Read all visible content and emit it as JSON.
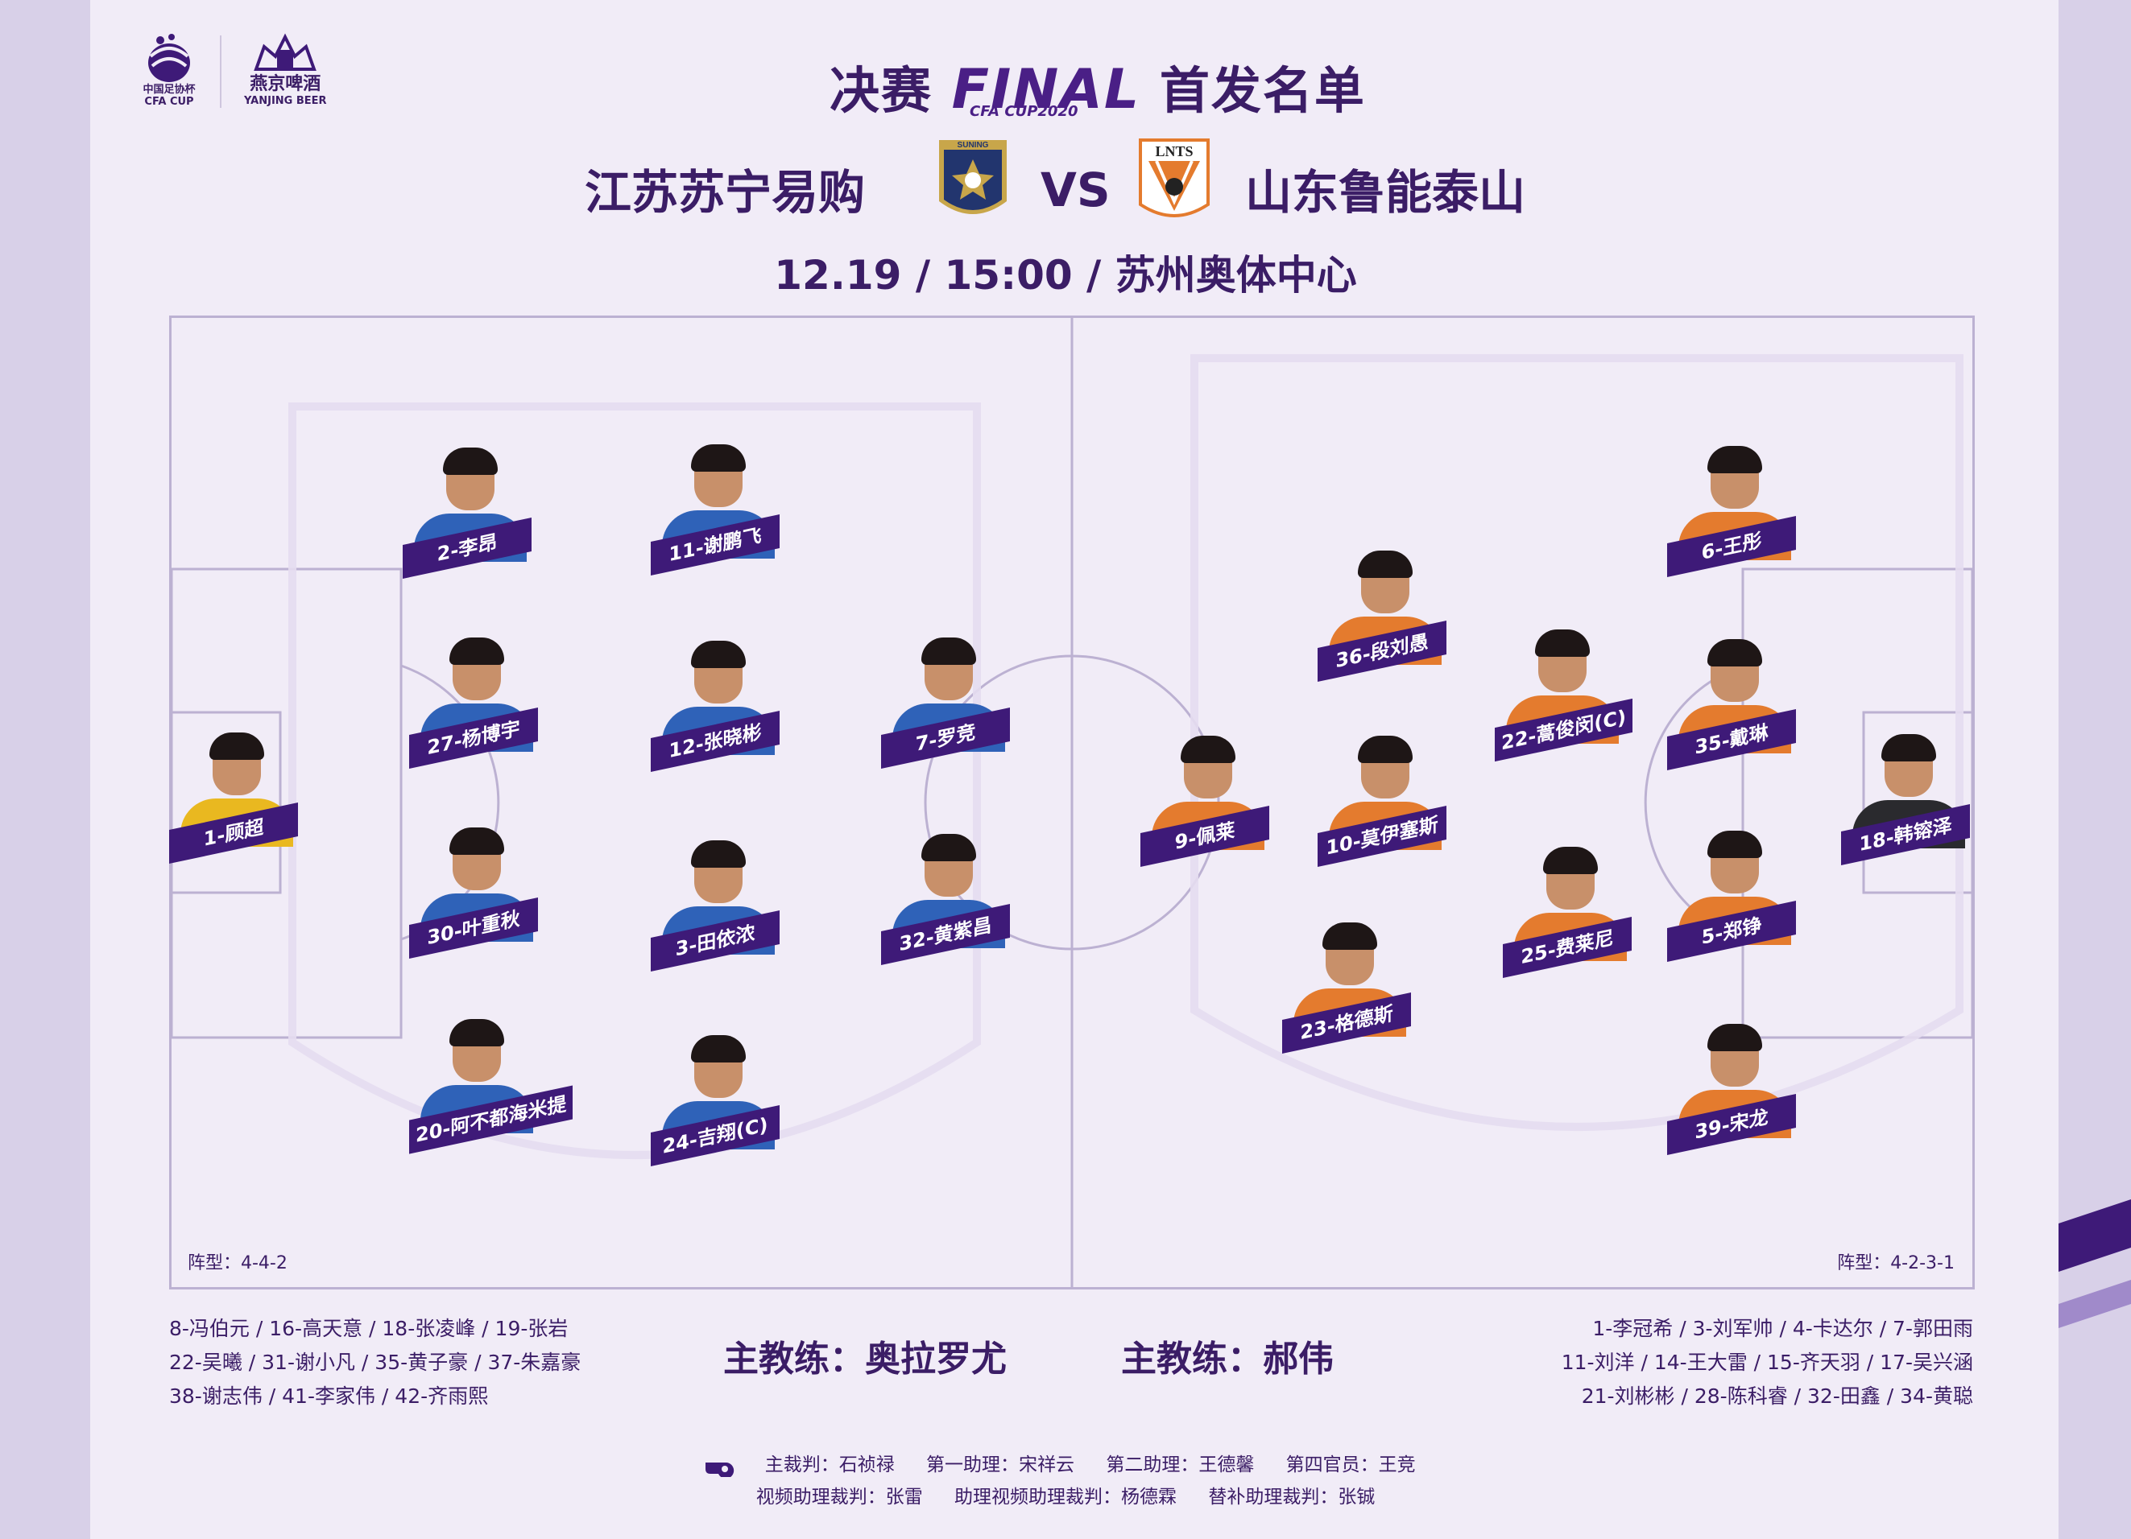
{
  "header": {
    "title_prefix": "决赛",
    "title_final": "FINAL",
    "title_suffix": "首发名单",
    "title_subline": "CFA CUP2020",
    "logo_left_line1": "中国足协杯",
    "logo_left_line2": "CFA CUP",
    "logo_right_line1": "燕京啤酒",
    "logo_right_line2": "YANJING BEER"
  },
  "match": {
    "home_team": "江苏苏宁易购",
    "away_team": "山东鲁能泰山",
    "vs": "VS",
    "home_badge_text": "SUNING",
    "away_badge_text": "LNTS",
    "info": "12.19 / 15:00 / 苏州奥体中心"
  },
  "home": {
    "formation": "阵型：4-4-2",
    "players": [
      {
        "label": "1-顾超",
        "kit": "gk-yellow"
      },
      {
        "label": "2-李昂",
        "kit": "blue"
      },
      {
        "label": "27-杨博宇",
        "kit": "blue"
      },
      {
        "label": "30-叶重秋",
        "kit": "blue"
      },
      {
        "label": "20-阿不都海米提",
        "kit": "blue"
      },
      {
        "label": "11-谢鹏飞",
        "kit": "blue"
      },
      {
        "label": "12-张晓彬",
        "kit": "blue"
      },
      {
        "label": "3-田依浓",
        "kit": "blue"
      },
      {
        "label": "24-吉翔(C)",
        "kit": "blue"
      },
      {
        "label": "7-罗竞",
        "kit": "blue"
      },
      {
        "label": "32-黄紫昌",
        "kit": "blue"
      }
    ],
    "subs": [
      "8-冯伯元 / 16-高天意 / 18-张凌峰 / 19-张岩",
      "22-吴曦 / 31-谢小凡 / 35-黄子豪 / 37-朱嘉豪",
      "38-谢志伟 / 41-李家伟 / 42-齐雨熙"
    ],
    "coach": "主教练：奥拉罗尤"
  },
  "away": {
    "formation": "阵型：4-2-3-1",
    "players": [
      {
        "label": "9-佩莱",
        "kit": "orange"
      },
      {
        "label": "36-段刘愚",
        "kit": "orange"
      },
      {
        "label": "10-莫伊塞斯",
        "kit": "orange"
      },
      {
        "label": "23-格德斯",
        "kit": "orange"
      },
      {
        "label": "22-蒿俊闵(C)",
        "kit": "orange"
      },
      {
        "label": "25-费莱尼",
        "kit": "orange"
      },
      {
        "label": "6-王彤",
        "kit": "orange"
      },
      {
        "label": "35-戴琳",
        "kit": "orange"
      },
      {
        "label": "5-郑铮",
        "kit": "orange"
      },
      {
        "label": "39-宋龙",
        "kit": "orange"
      },
      {
        "label": "18-韩镕泽",
        "kit": "gk-dark"
      }
    ],
    "subs": [
      "1-李冠希 / 3-刘军帅 / 4-卡达尔 / 7-郭田雨",
      "11-刘洋 / 14-王大雷 / 15-齐天羽 / 17-吴兴涵",
      "21-刘彬彬 / 28-陈科睿 / 32-田鑫 / 34-黄聪"
    ],
    "coach": "主教练：郝伟"
  },
  "officials": {
    "line1": [
      "主裁判：石祯禄",
      "第一助理：宋祥云",
      "第二助理：王德馨",
      "第四官员：王竞"
    ],
    "line2": [
      "视频助理裁判：张雷",
      "助理视频助理裁判：杨德霖",
      "替补助理裁判：张铖"
    ]
  },
  "colors": {
    "primary": "#3b1d66",
    "tag": "#3e1a78",
    "background": "#f1ecf7",
    "home_kit": "#2f62b8",
    "away_kit": "#e47b2e"
  },
  "icons": [
    "whistle-icon",
    "suning-badge",
    "lnts-badge",
    "cfa-cup-logo",
    "yanjing-beer-logo"
  ]
}
